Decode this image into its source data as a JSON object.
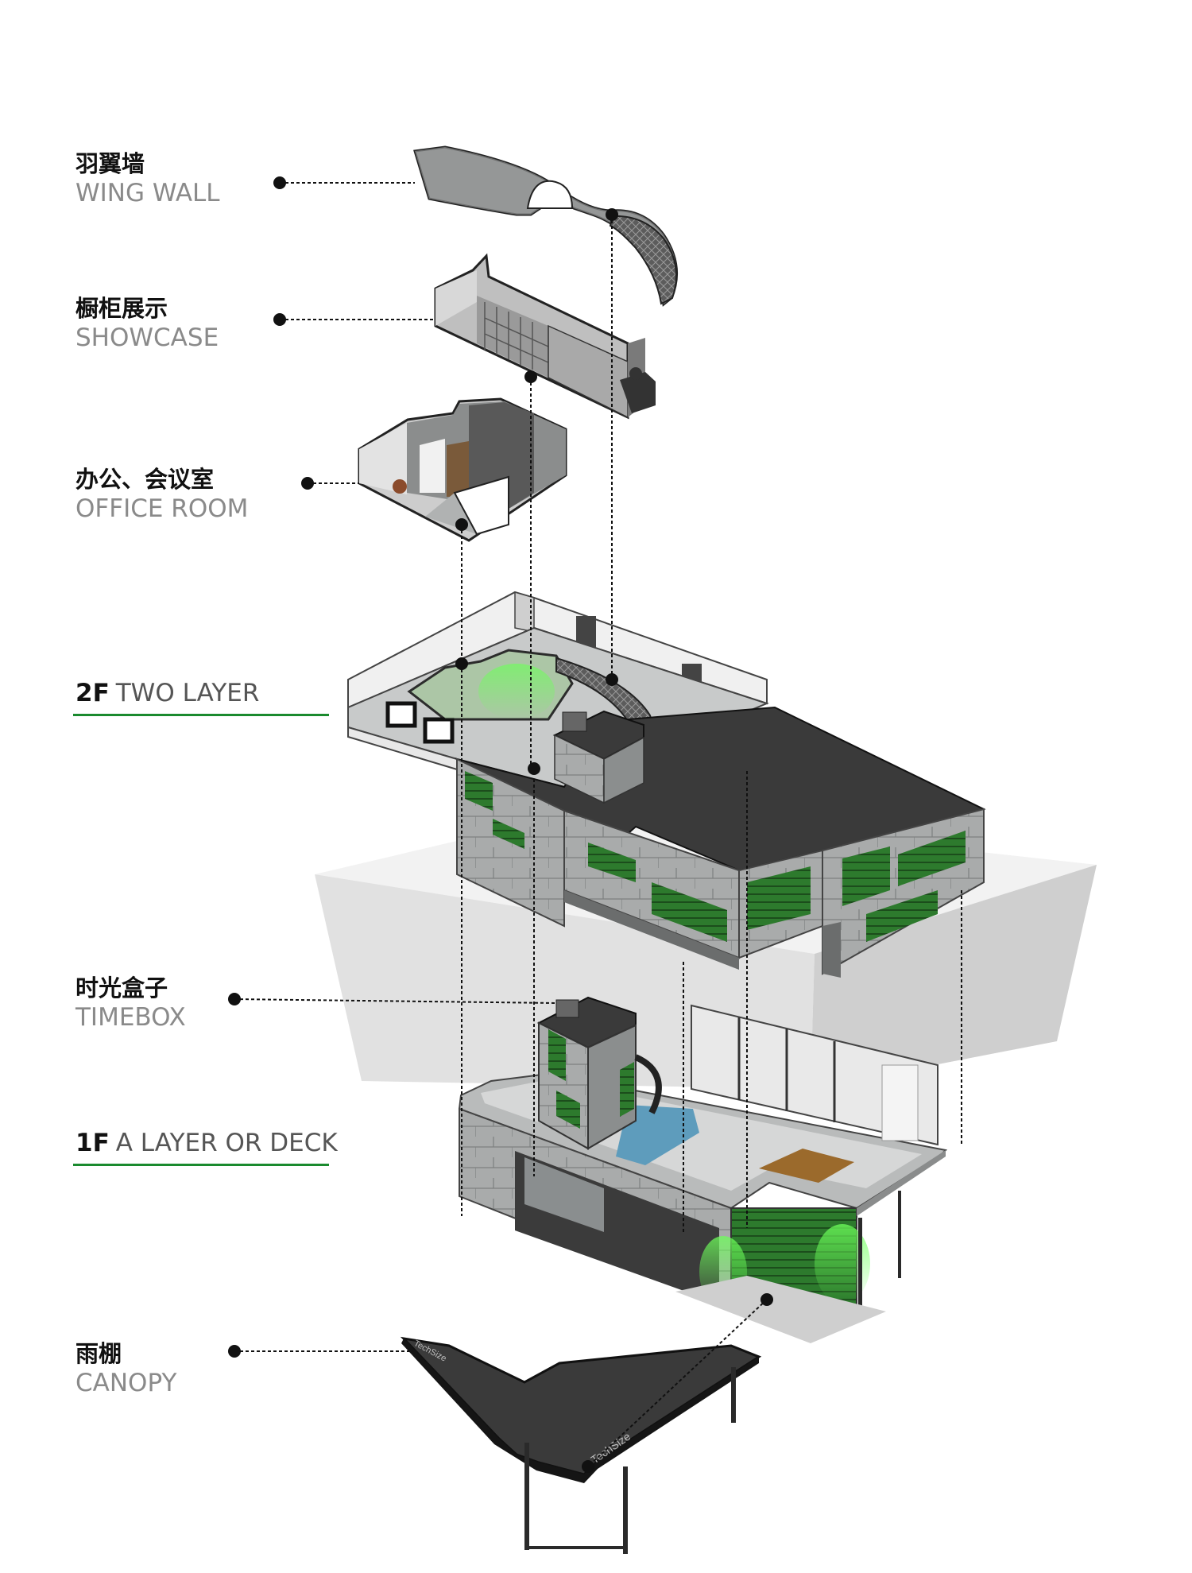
{
  "labels": {
    "wing_wall": {
      "cn": "羽翼墙",
      "en": "WING WALL"
    },
    "showcase": {
      "cn": "橱柜展示",
      "en": "SHOWCASE"
    },
    "office_room": {
      "cn": "办公、会议室",
      "en": "OFFICE ROOM"
    },
    "timebox": {
      "cn": "时光盒子",
      "en": "TIMEBOX"
    },
    "canopy": {
      "cn": "雨棚",
      "en": "CANOPY"
    }
  },
  "floors": {
    "second": {
      "code": "2F",
      "name": "TWO LAYER"
    },
    "first": {
      "code": "1F",
      "name": "A LAYER OR DECK"
    }
  },
  "signage": {
    "brand": "TechSize"
  },
  "colors": {
    "accent_green": "#1a8a2e",
    "roof_dark": "#3a3a3a",
    "stone_grey": "#a8aaab",
    "plant_green": "#2c7a2a"
  }
}
